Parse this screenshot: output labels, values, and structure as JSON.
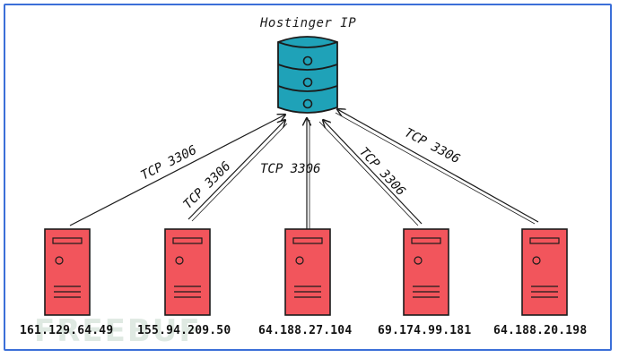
{
  "diagram": {
    "title": "Hostinger IP",
    "edge_label": "TCP 3306",
    "watermark": "FREEBUF",
    "colors": {
      "frame": "#3b6fd8",
      "database_fill": "#1fa2b8",
      "server_fill": "#f2555c",
      "stroke": "#1b1b1b"
    },
    "servers": [
      {
        "ip": "161.129.64.49"
      },
      {
        "ip": "155.94.209.50"
      },
      {
        "ip": "64.188.27.104"
      },
      {
        "ip": "69.174.99.181"
      },
      {
        "ip": "64.188.20.198"
      }
    ]
  }
}
